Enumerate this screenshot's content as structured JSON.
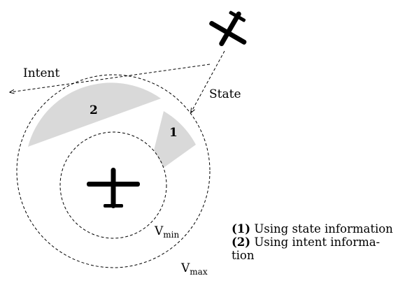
{
  "diagram": {
    "labels": {
      "intent": "Intent",
      "state": "State",
      "v_min_base": "V",
      "v_min_sub": "min",
      "v_max_base": "V",
      "v_max_sub": "max"
    },
    "zones": [
      {
        "id": "1",
        "label": "1",
        "fill": "#d9d9d9"
      },
      {
        "id": "2",
        "label": "2",
        "fill": "#d9d9d9"
      }
    ],
    "legend": [
      {
        "key": "(1)",
        "text_lines": [
          "Using state information"
        ]
      },
      {
        "key": "(2)",
        "text_lines": [
          "Using intent informa-",
          "tion"
        ]
      }
    ],
    "icons": {
      "intruder": "airplane-icon",
      "ownship": "airplane-icon"
    }
  }
}
